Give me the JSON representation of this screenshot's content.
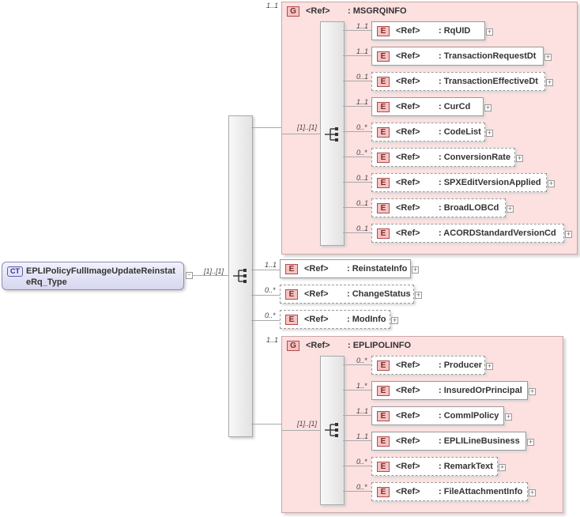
{
  "root": {
    "badge": "CT",
    "name_line1": "EPLIPolicyFullImageUpdateReinstat",
    "name_line2": "eRq_Type",
    "seq_cardinality": "[1]..[1]"
  },
  "msgrqinfo": {
    "badge": "G",
    "ref": "<Ref>",
    "name": ": MSGRQINFO",
    "cardinality": "1..1",
    "seq_cardinality": "[1]..[1]",
    "children": [
      {
        "badge": "E",
        "ref": "<Ref>",
        "name": ": RqUID",
        "cardinality": "1..1",
        "optional": false
      },
      {
        "badge": "E",
        "ref": "<Ref>",
        "name": ": TransactionRequestDt",
        "cardinality": "1..1",
        "optional": false
      },
      {
        "badge": "E",
        "ref": "<Ref>",
        "name": ": TransactionEffectiveDt",
        "cardinality": "0..1",
        "optional": true
      },
      {
        "badge": "E",
        "ref": "<Ref>",
        "name": ": CurCd",
        "cardinality": "1..1",
        "optional": false
      },
      {
        "badge": "E",
        "ref": "<Ref>",
        "name": ": CodeList",
        "cardinality": "0..*",
        "optional": true
      },
      {
        "badge": "E",
        "ref": "<Ref>",
        "name": ": ConversionRate",
        "cardinality": "0..*",
        "optional": true
      },
      {
        "badge": "E",
        "ref": "<Ref>",
        "name": ": SPXEditVersionApplied",
        "cardinality": "0..1",
        "optional": true
      },
      {
        "badge": "E",
        "ref": "<Ref>",
        "name": ": BroadLOBCd",
        "cardinality": "0..1",
        "optional": true
      },
      {
        "badge": "E",
        "ref": "<Ref>",
        "name": ": ACORDStandardVersionCd",
        "cardinality": "0..1",
        "optional": true
      }
    ]
  },
  "middle": [
    {
      "badge": "E",
      "ref": "<Ref>",
      "name": ": ReinstateInfo",
      "cardinality": "1..1",
      "optional": false
    },
    {
      "badge": "E",
      "ref": "<Ref>",
      "name": ": ChangeStatus",
      "cardinality": "0..*",
      "optional": true
    },
    {
      "badge": "E",
      "ref": "<Ref>",
      "name": ": ModInfo",
      "cardinality": "0..*",
      "optional": true
    }
  ],
  "eplipolinfo": {
    "badge": "G",
    "ref": "<Ref>",
    "name": ": EPLIPOLINFO",
    "cardinality": "1..1",
    "seq_cardinality": "[1]..[1]",
    "children": [
      {
        "badge": "E",
        "ref": "<Ref>",
        "name": ": Producer",
        "cardinality": "0..*",
        "optional": true
      },
      {
        "badge": "E",
        "ref": "<Ref>",
        "name": ": InsuredOrPrincipal",
        "cardinality": "1..*",
        "optional": false
      },
      {
        "badge": "E",
        "ref": "<Ref>",
        "name": ": CommlPolicy",
        "cardinality": "1..1",
        "optional": false
      },
      {
        "badge": "E",
        "ref": "<Ref>",
        "name": ": EPLILineBusiness",
        "cardinality": "1..1",
        "optional": false
      },
      {
        "badge": "E",
        "ref": "<Ref>",
        "name": ": RemarkText",
        "cardinality": "0..*",
        "optional": true
      },
      {
        "badge": "E",
        "ref": "<Ref>",
        "name": ": FileAttachmentInfo",
        "cardinality": "0..*",
        "optional": true
      }
    ]
  },
  "colors": {
    "group_bg": "#fde0e0",
    "element_badge": "#f6c3c3",
    "complex_type_bg": "#d6d6ef"
  },
  "icons": [
    "sequence-icon",
    "expand-plus-icon",
    "collapse-minus-icon"
  ]
}
